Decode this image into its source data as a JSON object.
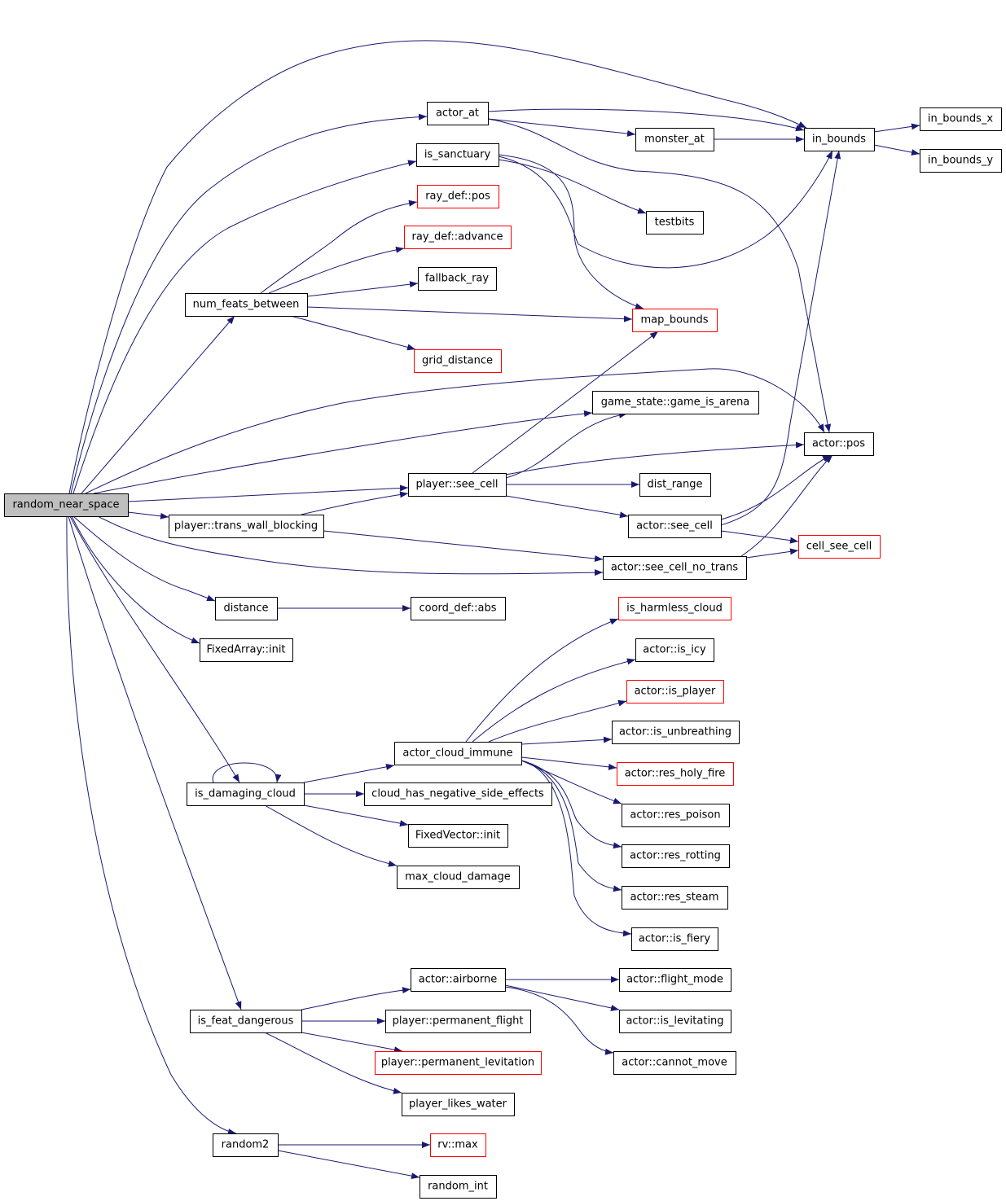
{
  "graph": {
    "edge_color": "#191970",
    "nodes": [
      {
        "id": "random_near_space",
        "label": "random_near_space",
        "style": "root"
      },
      {
        "id": "actor_at",
        "label": "actor_at",
        "style": "normal"
      },
      {
        "id": "is_sanctuary",
        "label": "is_sanctuary",
        "style": "normal"
      },
      {
        "id": "ray_def_pos",
        "label": "ray_def::pos",
        "style": "red"
      },
      {
        "id": "ray_def_advance",
        "label": "ray_def::advance",
        "style": "red"
      },
      {
        "id": "fallback_ray",
        "label": "fallback_ray",
        "style": "normal"
      },
      {
        "id": "num_feats_between",
        "label": "num_feats_between",
        "style": "normal"
      },
      {
        "id": "map_bounds",
        "label": "map_bounds",
        "style": "red"
      },
      {
        "id": "grid_distance",
        "label": "grid_distance",
        "style": "red"
      },
      {
        "id": "monster_at",
        "label": "monster_at",
        "style": "normal"
      },
      {
        "id": "testbits",
        "label": "testbits",
        "style": "normal"
      },
      {
        "id": "in_bounds",
        "label": "in_bounds",
        "style": "normal"
      },
      {
        "id": "in_bounds_x",
        "label": "in_bounds_x",
        "style": "normal"
      },
      {
        "id": "in_bounds_y",
        "label": "in_bounds_y",
        "style": "normal"
      },
      {
        "id": "game_is_arena",
        "label": "game_state::game_is_arena",
        "style": "normal"
      },
      {
        "id": "actor_pos",
        "label": "actor::pos",
        "style": "normal"
      },
      {
        "id": "player_see_cell",
        "label": "player::see_cell",
        "style": "normal"
      },
      {
        "id": "dist_range",
        "label": "dist_range",
        "style": "normal"
      },
      {
        "id": "trans_wall_blocking",
        "label": "player::trans_wall_blocking",
        "style": "normal"
      },
      {
        "id": "actor_see_cell",
        "label": "actor::see_cell",
        "style": "normal"
      },
      {
        "id": "cell_see_cell",
        "label": "cell_see_cell",
        "style": "red"
      },
      {
        "id": "see_cell_no_trans",
        "label": "actor::see_cell_no_trans",
        "style": "normal"
      },
      {
        "id": "distance",
        "label": "distance",
        "style": "normal"
      },
      {
        "id": "coord_def_abs",
        "label": "coord_def::abs",
        "style": "normal"
      },
      {
        "id": "fixedarray_init",
        "label": "FixedArray::init",
        "style": "normal"
      },
      {
        "id": "is_harmless_cloud",
        "label": "is_harmless_cloud",
        "style": "red"
      },
      {
        "id": "is_icy",
        "label": "actor::is_icy",
        "style": "normal"
      },
      {
        "id": "is_player",
        "label": "actor::is_player",
        "style": "red"
      },
      {
        "id": "is_unbreathing",
        "label": "actor::is_unbreathing",
        "style": "normal"
      },
      {
        "id": "actor_cloud_immune",
        "label": "actor_cloud_immune",
        "style": "normal"
      },
      {
        "id": "res_holy_fire",
        "label": "actor::res_holy_fire",
        "style": "red"
      },
      {
        "id": "is_damaging_cloud",
        "label": "is_damaging_cloud",
        "style": "normal"
      },
      {
        "id": "cloud_neg",
        "label": "cloud_has_negative_side_effects",
        "style": "normal"
      },
      {
        "id": "res_poison",
        "label": "actor::res_poison",
        "style": "normal"
      },
      {
        "id": "fixedvector_init",
        "label": "FixedVector::init",
        "style": "normal"
      },
      {
        "id": "res_rotting",
        "label": "actor::res_rotting",
        "style": "normal"
      },
      {
        "id": "max_cloud_damage",
        "label": "max_cloud_damage",
        "style": "normal"
      },
      {
        "id": "res_steam",
        "label": "actor::res_steam",
        "style": "normal"
      },
      {
        "id": "is_fiery",
        "label": "actor::is_fiery",
        "style": "normal"
      },
      {
        "id": "airborne",
        "label": "actor::airborne",
        "style": "normal"
      },
      {
        "id": "flight_mode",
        "label": "actor::flight_mode",
        "style": "normal"
      },
      {
        "id": "is_feat_dangerous",
        "label": "is_feat_dangerous",
        "style": "normal"
      },
      {
        "id": "permanent_flight",
        "label": "player::permanent_flight",
        "style": "normal"
      },
      {
        "id": "is_levitating",
        "label": "actor::is_levitating",
        "style": "normal"
      },
      {
        "id": "permanent_levitation",
        "label": "player::permanent_levitation",
        "style": "red"
      },
      {
        "id": "cannot_move",
        "label": "actor::cannot_move",
        "style": "normal"
      },
      {
        "id": "player_likes_water",
        "label": "player_likes_water",
        "style": "normal"
      },
      {
        "id": "random2",
        "label": "random2",
        "style": "normal"
      },
      {
        "id": "rv_max",
        "label": "rv::max",
        "style": "red"
      },
      {
        "id": "random_int",
        "label": "random_int",
        "style": "normal"
      }
    ]
  }
}
